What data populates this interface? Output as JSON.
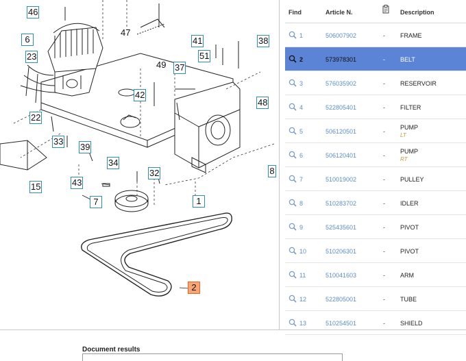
{
  "diagram": {
    "callouts": [
      "46",
      "6",
      "23",
      "22",
      "33",
      "39",
      "15",
      "43",
      "7",
      "34",
      "32",
      "1",
      "47",
      "42",
      "49",
      "41",
      "51",
      "38",
      "37",
      "48",
      "8",
      "2"
    ],
    "highlighted": "2"
  },
  "parts_table": {
    "headers": {
      "find": "Find",
      "article": "Article N.",
      "description": "Description"
    },
    "selected_find": "2",
    "rows": [
      {
        "find": "1",
        "article": "506007902",
        "qty": "-",
        "description": "FRAME",
        "note": ""
      },
      {
        "find": "2",
        "article": "573978301",
        "qty": "-",
        "description": "BELT",
        "note": ""
      },
      {
        "find": "3",
        "article": "576035902",
        "qty": "-",
        "description": "RESERVOIR",
        "note": ""
      },
      {
        "find": "4",
        "article": "522805401",
        "qty": "-",
        "description": "FILTER",
        "note": ""
      },
      {
        "find": "5",
        "article": "506120501",
        "qty": "-",
        "description": "PUMP",
        "note": "LT"
      },
      {
        "find": "6",
        "article": "506120401",
        "qty": "-",
        "description": "PUMP",
        "note": "RT"
      },
      {
        "find": "7",
        "article": "510019002",
        "qty": "-",
        "description": "PULLEY",
        "note": ""
      },
      {
        "find": "8",
        "article": "510283702",
        "qty": "-",
        "description": "IDLER",
        "note": ""
      },
      {
        "find": "9",
        "article": "525435601",
        "qty": "-",
        "description": "PIVOT",
        "note": ""
      },
      {
        "find": "10",
        "article": "510206301",
        "qty": "-",
        "description": "PIVOT",
        "note": ""
      },
      {
        "find": "11",
        "article": "510041603",
        "qty": "-",
        "description": "ARM",
        "note": ""
      },
      {
        "find": "12",
        "article": "522805001",
        "qty": "-",
        "description": "TUBE",
        "note": ""
      },
      {
        "find": "13",
        "article": "510254501",
        "qty": "-",
        "description": "SHIELD",
        "note": ""
      }
    ]
  },
  "documents": {
    "title": "Document results"
  },
  "colors": {
    "selected_row": "#5b83d6",
    "link": "#5d8ec6",
    "callout_border": "#2c8fb0",
    "callout_highlight": "#f7a673"
  }
}
